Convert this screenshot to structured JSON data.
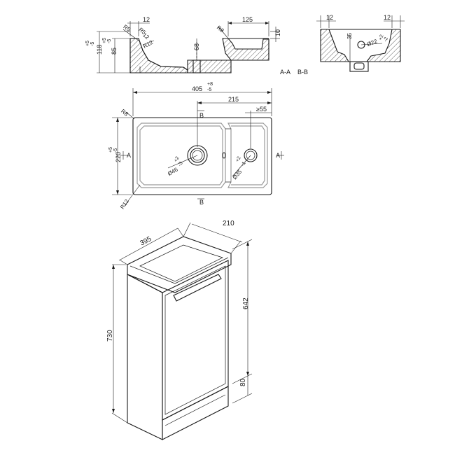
{
  "section_aa": {
    "dims": {
      "top_thickness": "12",
      "width": "125",
      "right_height": "10",
      "radius_r5a": "R5",
      "radius_r5b": "R5",
      "angle_12": "12",
      "radius_r12": "R12",
      "radius_r8": "R8",
      "drain_height": "68",
      "total_height": "118",
      "total_tol_plus": "+5",
      "total_tol_minus": "-5",
      "bowl_height": "85",
      "bowl_tol_plus": "+5",
      "bowl_tol_minus": "-5"
    },
    "label_aa": "A-A",
    "label_bb": "B-B"
  },
  "section_bb": {
    "dims": {
      "left_12": "12",
      "right_12": "12",
      "hole_height": "35",
      "hole_diameter": "Ø22",
      "hole_tol_plus": "+2",
      "hole_tol_minus": "-2"
    }
  },
  "plan": {
    "dims": {
      "width": "405",
      "width_tol_plus": "+8",
      "width_tol_minus": "-5",
      "right_part": "215",
      "min_55": "≥55",
      "height": "220",
      "height_tol_plus": "+5",
      "height_tol_minus": "-5",
      "radius_r8": "R8",
      "radius_r12": "R12",
      "drain_dia": "Ø46",
      "drain_tol_plus": "+2",
      "drain_tol_minus": "-3",
      "tap_dia": "Ø35",
      "tap_tol_plus": "+2",
      "tap_tol_minus": "-1"
    },
    "marker_a": "A",
    "marker_b": "B"
  },
  "cabinet": {
    "dims": {
      "width": "395",
      "depth": "210",
      "height": "730",
      "door_height": "642",
      "plinth": "80"
    }
  }
}
